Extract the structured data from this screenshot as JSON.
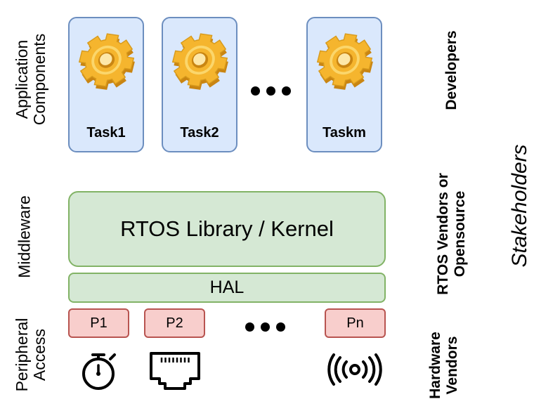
{
  "layers": {
    "application": "Application Components",
    "middleware": "Middleware",
    "peripheral": "Peripheral Access"
  },
  "tasks": [
    "Task1",
    "Task2",
    "Taskm"
  ],
  "middleware": {
    "kernel_label": "RTOS Library / Kernel",
    "hal_label": "HAL"
  },
  "peripherals": [
    "P1",
    "P2",
    "Pn"
  ],
  "peripheral_icons": [
    "stopwatch-icon",
    "ethernet-port-icon",
    "wireless-signal-icon"
  ],
  "stakeholders": {
    "title": "Stakeholders",
    "developers": "Developers",
    "rtos_vendors": "RTOS Vendors or Opensource",
    "hardware_vendors": "Hardware Vendors"
  },
  "colors": {
    "task_fill": "#dae8fc",
    "task_border": "#6c8ebf",
    "middleware_fill": "#d5e8d4",
    "middleware_border": "#82b366",
    "peripheral_fill": "#f8cecc",
    "peripheral_border": "#b85450",
    "gear": "#f5b52e"
  }
}
